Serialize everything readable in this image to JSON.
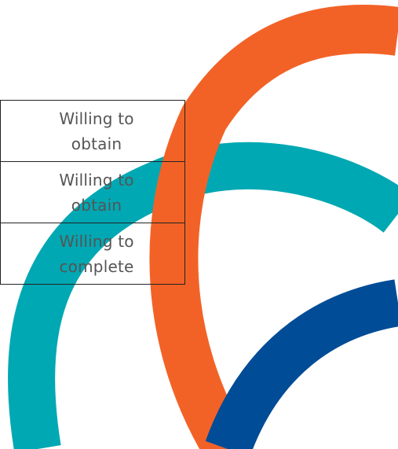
{
  "table": {
    "rows": [
      {
        "value": "Willing to obtain"
      },
      {
        "value": "Willing to obtain"
      },
      {
        "value": "Willing to complete"
      }
    ]
  },
  "decoration": {
    "colors": {
      "orange": "#f26227",
      "teal": "#00a8b3",
      "blue": "#004c97"
    }
  }
}
